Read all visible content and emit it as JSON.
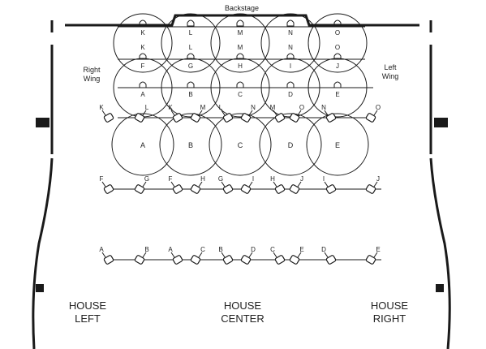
{
  "labels": {
    "backstage": "Backstage",
    "right_wing": [
      "Right",
      "Wing"
    ],
    "left_wing": [
      "Left",
      "Wing"
    ],
    "house_left": [
      "HOUSE",
      "LEFT"
    ],
    "house_center": [
      "HOUSE",
      "CENTER"
    ],
    "house_right": [
      "HOUSE",
      "RIGHT"
    ]
  },
  "downlight_row_1": [
    "K",
    "L",
    "M",
    "N",
    "O"
  ],
  "downlight_row_2": [
    "K",
    "L",
    "M",
    "N",
    "O"
  ],
  "downlight_row_3": [
    "F",
    "G",
    "H",
    "I",
    "J"
  ],
  "downlight_row_4": [
    "A",
    "B",
    "C",
    "D",
    "E"
  ],
  "area_labels": [
    "A",
    "B",
    "C",
    "D",
    "E"
  ],
  "spot_row_1": [
    "K",
    "L",
    "K",
    "M",
    "L",
    "N",
    "M",
    "O",
    "N",
    "O"
  ],
  "spot_row_2": [
    "F",
    "G",
    "F",
    "H",
    "G",
    "I",
    "H",
    "J",
    "I",
    "J"
  ],
  "spot_row_3": [
    "A",
    "B",
    "A",
    "C",
    "B",
    "D",
    "C",
    "E",
    "D",
    "E"
  ],
  "colors": {
    "line": "#1a1a1a",
    "background": "#ffffff"
  }
}
